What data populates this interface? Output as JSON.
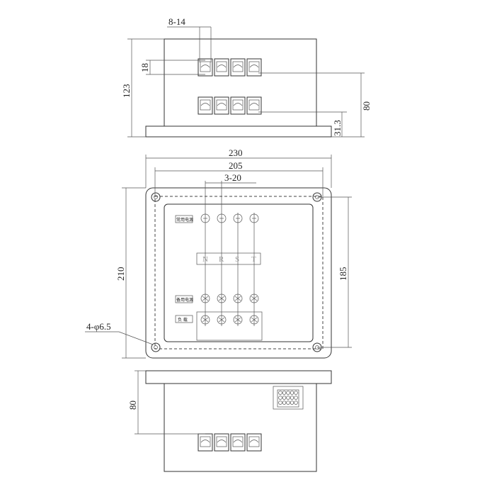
{
  "top_view": {
    "dims": {
      "terminal_width": "8-14",
      "row_spacing": "18",
      "height": "123",
      "depth": "80",
      "offset": "31.3"
    }
  },
  "front_view": {
    "dims": {
      "width": "230",
      "hole_spacing_x": "205",
      "terminal_pitch": "3-20",
      "height": "210",
      "hole_spacing_y": "185",
      "holes": "4-φ6.5"
    },
    "labels": {
      "normal_power": "常用电源",
      "backup_power": "备用电源",
      "load": "负 载"
    },
    "phases": [
      "N",
      "R",
      "S",
      "T"
    ]
  },
  "bottom_view": {
    "dims": {
      "depth": "80"
    }
  }
}
